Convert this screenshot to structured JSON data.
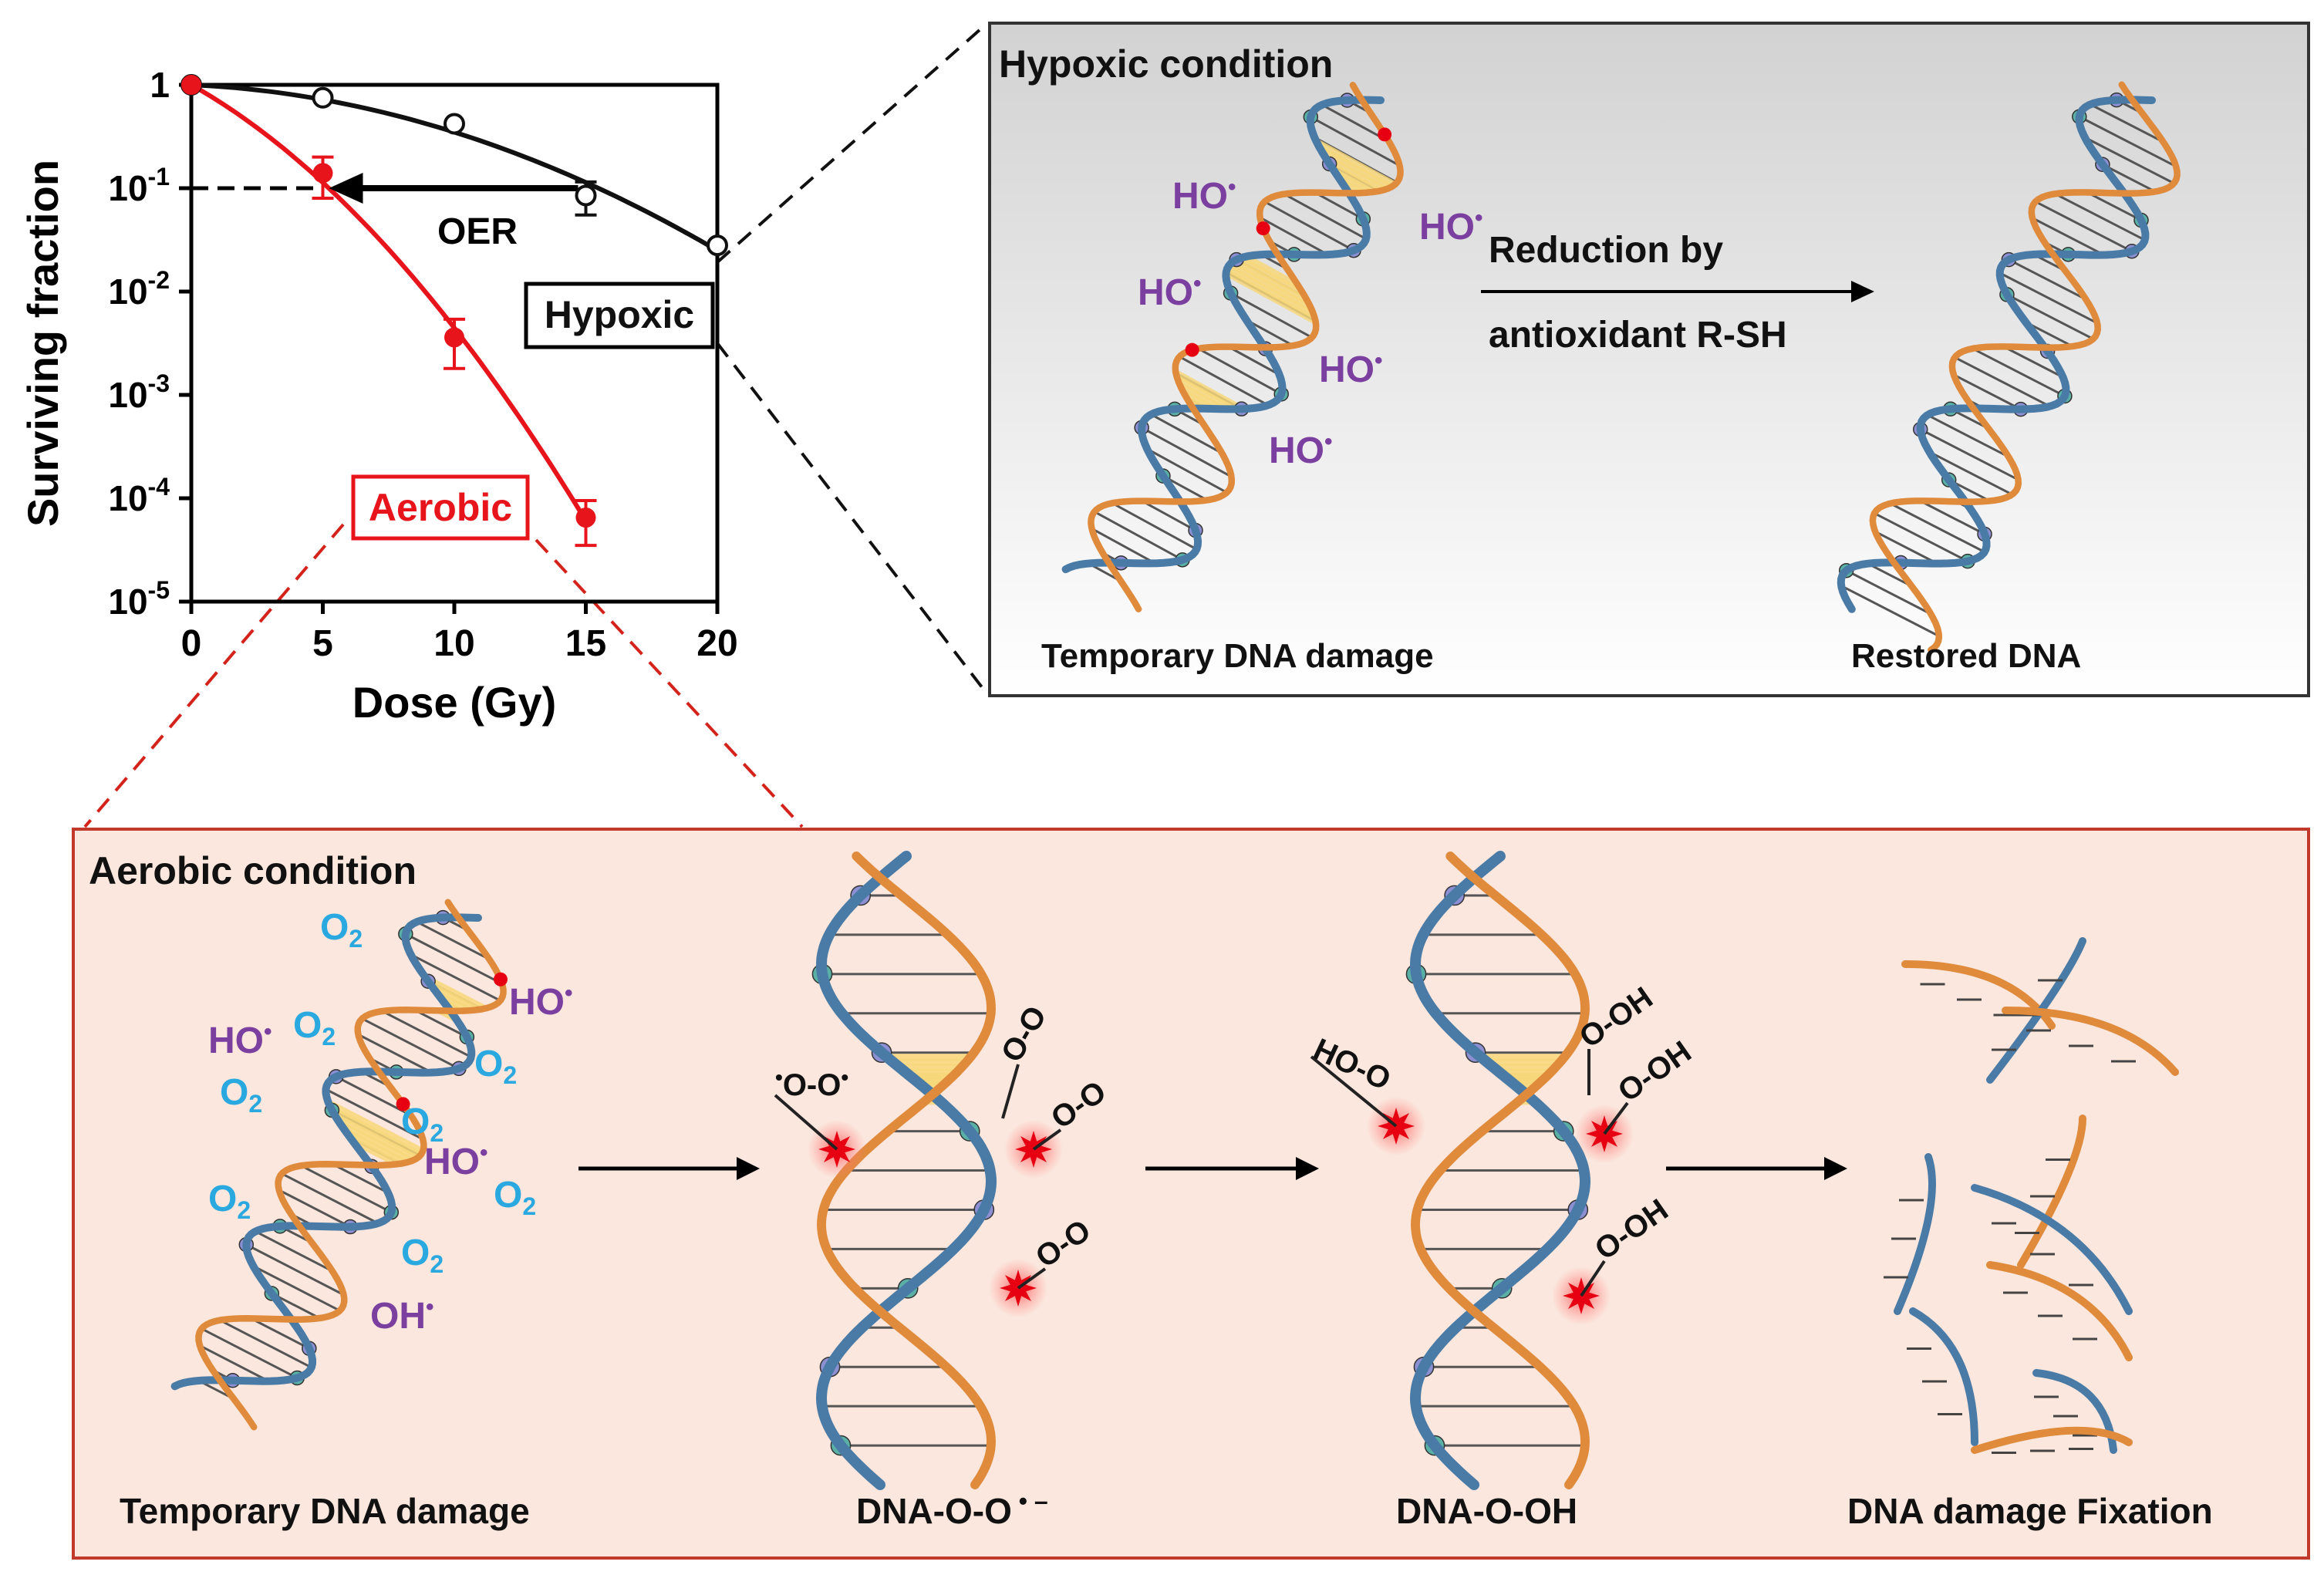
{
  "colors": {
    "aerobic": "#e8141c",
    "hypoxic": "#111111",
    "strand_blue": "#4a7ba6",
    "strand_orange": "#e08a3c",
    "radical": "#7b3fa0",
    "oxygen": "#2aa8e0",
    "panel_hypoxic_top": "#d4d4d4",
    "panel_aerobic_bg": "#fbe7dd",
    "panel_aerobic_border": "#c0392b",
    "damage_red": "#e60012"
  },
  "chart_data": {
    "type": "line",
    "xlabel": "Dose (Gy)",
    "ylabel": "Surviving fraction",
    "xlim": [
      0,
      20
    ],
    "ylim": [
      1e-05,
      1
    ],
    "yscale": "log",
    "xticks": [
      "0",
      "5",
      "10",
      "15",
      "20"
    ],
    "yticks": [
      {
        "base": "1",
        "exp": ""
      },
      {
        "base": "10",
        "exp": "-1"
      },
      {
        "base": "10",
        "exp": "-2"
      },
      {
        "base": "10",
        "exp": "-3"
      },
      {
        "base": "10",
        "exp": "-4"
      },
      {
        "base": "10",
        "exp": "-5"
      }
    ],
    "series": [
      {
        "name": "Hypoxic",
        "marker": "open-circle",
        "x": [
          0,
          5,
          10,
          15,
          20
        ],
        "y": [
          1,
          0.75,
          0.42,
          0.085,
          0.028
        ],
        "err": [
          0,
          0,
          0,
          0.03,
          0
        ]
      },
      {
        "name": "Aerobic",
        "marker": "filled-circle",
        "x": [
          0,
          5,
          10,
          15
        ],
        "y": [
          1,
          0.14,
          0.0036,
          6.5e-05
        ],
        "err": [
          0,
          0.06,
          0.0018,
          3e-05
        ]
      }
    ],
    "annotations": [
      {
        "text": "OER",
        "from_x": 15,
        "to_x": 5,
        "y": 0.1
      }
    ],
    "grid": false
  },
  "hypoxic_panel": {
    "title": "Hypoxic condition",
    "radicals": [
      "HO",
      "HO",
      "HO",
      "HO",
      "HO"
    ],
    "radical_dot": "•",
    "arrow_top": "Reduction by",
    "arrow_bottom": "antioxidant R-SH",
    "left_caption": "Temporary DNA damage",
    "right_caption": "Restored DNA"
  },
  "aerobic_panel": {
    "title": "Aerobic condition",
    "oxygen_label": "O",
    "oxygen_sub": "2",
    "hydroxyl_radicals": [
      "HO",
      "HO",
      "HO"
    ],
    "oh_radical": "OH",
    "radical_dot": "•",
    "peroxyl_labels": [
      "O-O",
      "O-O",
      "O-O",
      "O-O"
    ],
    "hydroperoxide_labels": [
      "HO-O",
      "O-OH",
      "O-OH",
      "O-OH"
    ],
    "captions": [
      "Temporary DNA damage",
      "DNA-O-O",
      "DNA-O-OH",
      "DNA damage Fixation"
    ],
    "caption_suffix": "• –"
  }
}
